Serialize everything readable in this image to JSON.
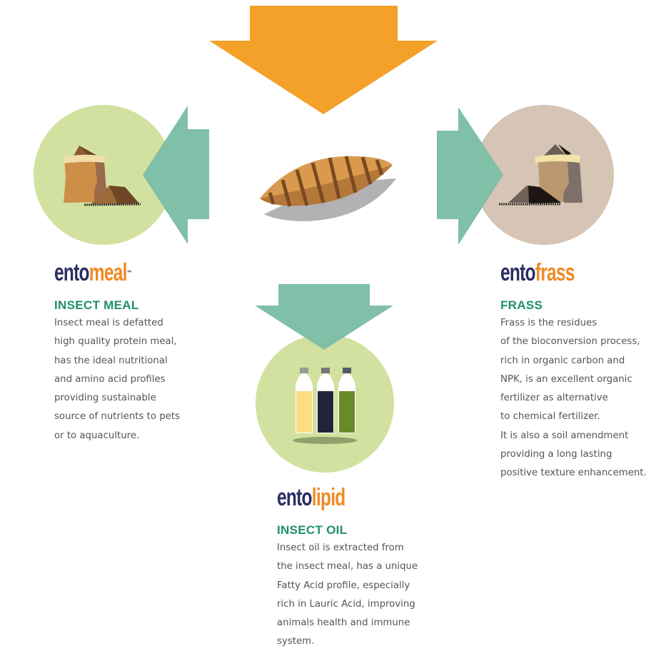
{
  "colors": {
    "orange_arrow": "#f4a12a",
    "teal_arrow": "#80bfa8",
    "green_circle": "#d2e19f",
    "beige_circle": "#d6c4b4",
    "logo_navy": "#2b2d62",
    "logo_orange": "#f08a24",
    "heading_green": "#1f8f6a"
  },
  "products": {
    "meal": {
      "logo_prefix": "ento",
      "logo_suffix": "meal",
      "trademark": "™",
      "heading": "INSECT MEAL",
      "lines": [
        "Insect meal is defatted",
        "high quality protein meal,",
        "has the ideal nutritional",
        "and amino acid profiles",
        "providing sustainable",
        "source of nutrients to pets",
        "or to aquaculture."
      ]
    },
    "frass": {
      "logo_prefix": "ento",
      "logo_suffix": "frass",
      "heading": "FRASS",
      "lines": [
        "Frass is the residues",
        "of the bioconversion process,",
        "rich in organic carbon and",
        "NPK, is an excellent organic",
        "fertilizer as alternative",
        "to chemical fertilizer.",
        "It is also a soil amendment",
        "providing a long lasting",
        "positive texture enhancement."
      ]
    },
    "lipid": {
      "logo_prefix": "ento",
      "logo_suffix": "lipid",
      "heading": "INSECT OIL",
      "lines": [
        "Insect oil is extracted from",
        "the insect meal,  has a unique",
        "Fatty Acid profile, especially",
        "rich in Lauric Acid, improving",
        "animals health and immune",
        "system."
      ]
    }
  }
}
